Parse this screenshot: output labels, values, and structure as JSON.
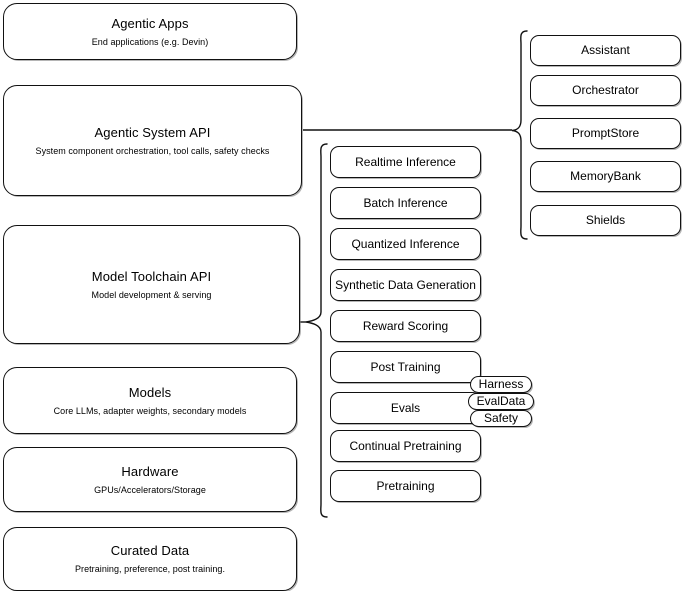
{
  "diagram": {
    "type": "layered-architecture",
    "background": "#ffffff",
    "stroke_color": "#111111"
  },
  "left_stack": {
    "name": "platform-layers",
    "items": [
      {
        "id": "agentic-apps",
        "title": "Agentic Apps",
        "subtitle": "End applications (e.g. Devin)"
      },
      {
        "id": "agentic-system-api",
        "title": "Agentic System API",
        "subtitle": "System component orchestration, tool calls, safety checks"
      },
      {
        "id": "model-toolchain-api",
        "title": "Model Toolchain API",
        "subtitle": "Model development & serving"
      },
      {
        "id": "models",
        "title": "Models",
        "subtitle": "Core LLMs, adapter weights, secondary models"
      },
      {
        "id": "hardware",
        "title": "Hardware",
        "subtitle": "GPUs/Accelerators/Storage"
      },
      {
        "id": "curated-data",
        "title": "Curated Data",
        "subtitle": "Pretraining, preference, post training."
      }
    ]
  },
  "middle_column": {
    "name": "model-toolchain-capabilities",
    "connects_to": "model-toolchain-api",
    "items": [
      {
        "id": "realtime-inference",
        "label": "Realtime Inference"
      },
      {
        "id": "batch-inference",
        "label": "Batch Inference"
      },
      {
        "id": "quantized-inference",
        "label": "Quantized Inference"
      },
      {
        "id": "synthetic-data-generation",
        "label": "Synthetic Data Generation"
      },
      {
        "id": "reward-scoring",
        "label": "Reward Scoring"
      },
      {
        "id": "post-training",
        "label": "Post Training"
      },
      {
        "id": "evals",
        "label": "Evals"
      },
      {
        "id": "continual-pretraining",
        "label": "Continual Pretraining"
      },
      {
        "id": "pretraining",
        "label": "Pretraining"
      }
    ]
  },
  "evals_tags": {
    "name": "evals-subcomponents",
    "attached_to": "evals",
    "items": [
      {
        "id": "harness",
        "label": "Harness"
      },
      {
        "id": "evaldata",
        "label": "EvalData"
      },
      {
        "id": "safety",
        "label": "Safety"
      }
    ]
  },
  "right_column": {
    "name": "agentic-system-components",
    "connects_to": "agentic-system-api",
    "items": [
      {
        "id": "assistant",
        "label": "Assistant"
      },
      {
        "id": "orchestrator",
        "label": "Orchestrator"
      },
      {
        "id": "promptstore",
        "label": "PromptStore"
      },
      {
        "id": "memorybank",
        "label": "MemoryBank"
      },
      {
        "id": "shields",
        "label": "Shields"
      }
    ]
  }
}
